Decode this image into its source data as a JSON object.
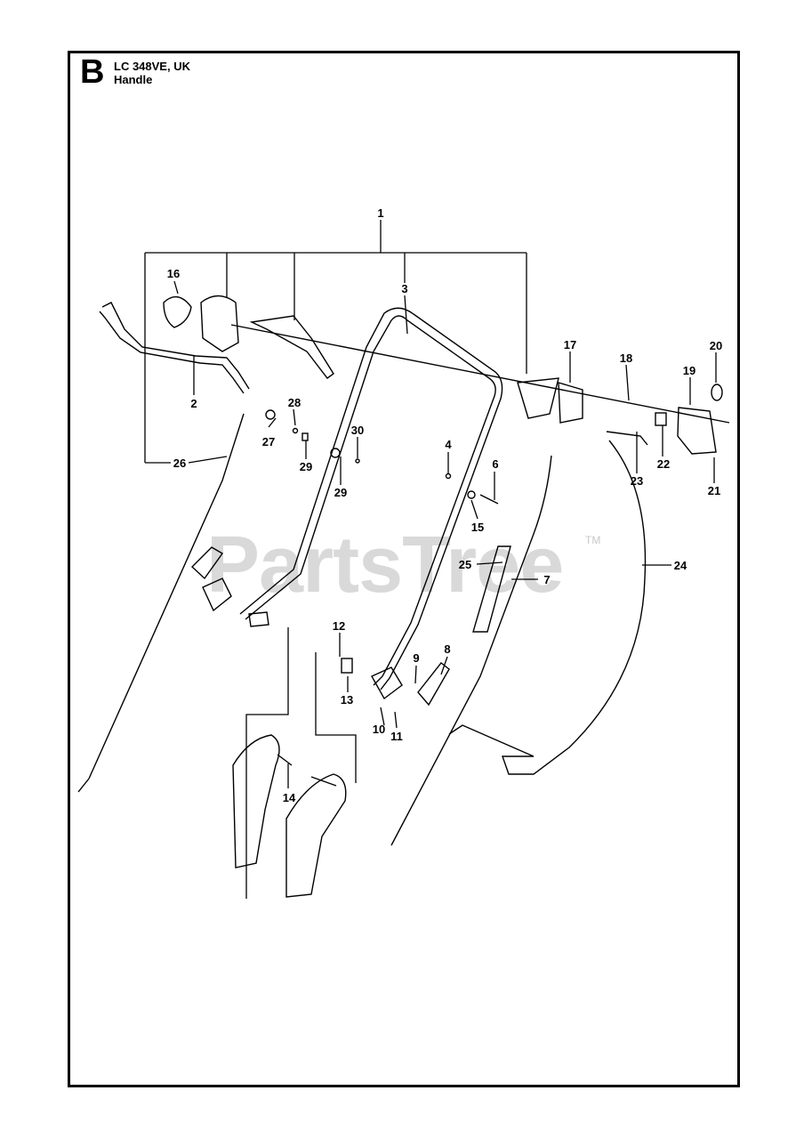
{
  "section": {
    "letter": "B"
  },
  "title": {
    "model": "LC 348VE, UK",
    "name": "Handle"
  },
  "watermark": {
    "text": "PartsTree",
    "mark": "TM"
  },
  "part_labels": [
    "1",
    "2",
    "3",
    "4",
    "6",
    "15",
    "7",
    "8",
    "9",
    "10",
    "11",
    "12",
    "13",
    "14",
    "16",
    "17",
    "18",
    "19",
    "20",
    "21",
    "22",
    "23",
    "24",
    "25",
    "26",
    "27",
    "28",
    "29",
    "29",
    "30"
  ]
}
